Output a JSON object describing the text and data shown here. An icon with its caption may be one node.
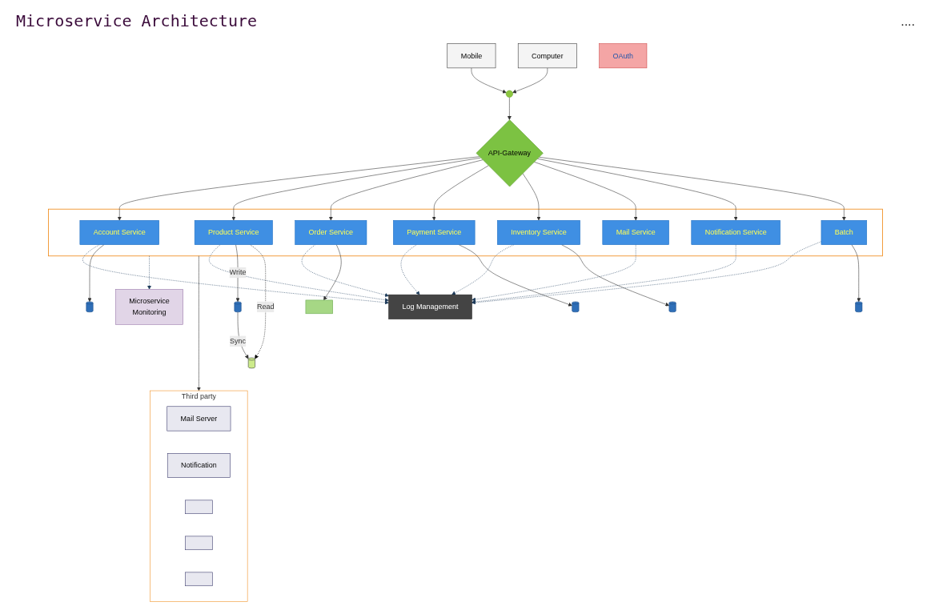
{
  "diagram": {
    "title": "Microservice Architecture",
    "nodes": [
      {
        "text": [
          "Mobile"
        ]
      },
      {
        "text": [
          "Computer"
        ]
      },
      {
        "text": [],
        "shape": "circle"
      },
      {
        "text": [
          "API-Gateway"
        ]
      },
      {
        "text": [
          "OAuth"
        ]
      },
      {
        "text": [
          "Log Management"
        ]
      },
      {
        "text": [
          "Microservice",
          "Monitoring"
        ]
      },
      {
        "text": [],
        "shape": "box"
      },
      {
        "text": [
          "Account Service"
        ],
        "in": 7
      },
      {
        "text": [
          "Product Service"
        ],
        "in": 7
      },
      {
        "text": [
          "Order Service"
        ],
        "in": 7
      },
      {
        "text": [
          "Payment Service"
        ],
        "in": 7
      },
      {
        "text": [
          "Inventory Service"
        ],
        "in": 7
      },
      {
        "text": [
          "Mail Service"
        ],
        "in": 7
      },
      {
        "text": [
          "Notification Service"
        ],
        "in": 7
      },
      {
        "text": [
          "Batch"
        ],
        "in": 7
      },
      {
        "text": [],
        "shape": "cylinder"
      },
      {
        "text": [],
        "shape": "cylinder"
      },
      {
        "text": [],
        "shape": "box"
      },
      {
        "text": [],
        "shape": "cylinder"
      },
      {
        "text": [],
        "shape": "cylinder"
      },
      {
        "text": [],
        "shape": "cylinder"
      },
      {
        "text": [],
        "shape": "cylinder"
      },
      {
        "text": [
          "Third party"
        ]
      },
      {
        "text": [
          "Mail Server"
        ],
        "in": 23
      },
      {
        "text": [
          "Notification"
        ],
        "in": 23
      },
      {
        "text": [],
        "shape": "box",
        "in": 23
      },
      {
        "text": [],
        "shape": "box",
        "in": 23
      },
      {
        "text": [],
        "shape": "box",
        "in": 23
      }
    ],
    "edges": [
      {
        "from": 0,
        "to": 2,
        "arrow": "to"
      },
      {
        "from": 1,
        "to": 2,
        "arrow": "to"
      },
      {
        "from": 2,
        "to": 3,
        "arrow": "to"
      },
      {
        "from": 3,
        "to": 8,
        "arrow": "to"
      },
      {
        "from": 3,
        "to": 9,
        "arrow": "to"
      },
      {
        "from": 3,
        "to": 10,
        "arrow": "to"
      },
      {
        "from": 3,
        "to": 11,
        "arrow": "to"
      },
      {
        "from": 3,
        "to": 12,
        "arrow": "to"
      },
      {
        "from": 3,
        "to": 13,
        "arrow": "to"
      },
      {
        "from": 3,
        "to": 14,
        "arrow": "to"
      },
      {
        "from": 3,
        "to": 15,
        "arrow": "to"
      },
      {
        "from": 8,
        "to": 5,
        "arrow": "to",
        "style": "dashed",
        "color": "#1f3d5c"
      },
      {
        "from": 9,
        "to": 5,
        "arrow": "to",
        "style": "dashed",
        "color": "#1f3d5c"
      },
      {
        "from": 10,
        "to": 5,
        "arrow": "to",
        "style": "dashed",
        "color": "#1f3d5c"
      },
      {
        "from": 11,
        "to": 5,
        "arrow": "to",
        "style": "dashed",
        "color": "#1f3d5c"
      },
      {
        "from": 12,
        "to": 5,
        "arrow": "to",
        "style": "dashed",
        "color": "#1f3d5c"
      },
      {
        "from": 13,
        "to": 5,
        "arrow": "to",
        "style": "dashed",
        "color": "#1f3d5c"
      },
      {
        "from": 14,
        "to": 5,
        "arrow": "to",
        "style": "dashed",
        "color": "#1f3d5c"
      },
      {
        "from": 15,
        "to": 5,
        "arrow": "to",
        "style": "dashed",
        "color": "#1f3d5c"
      },
      {
        "from": 7,
        "to": 6,
        "arrow": "to",
        "style": "dashed",
        "color": "#1f3d5c"
      },
      {
        "from": 7,
        "to": 23,
        "arrow": "to"
      },
      {
        "from": 8,
        "to": 16,
        "arrow": "to"
      },
      {
        "from": 9,
        "to": 17,
        "arrow": "to",
        "label": "Write"
      },
      {
        "from": 10,
        "to": 18,
        "arrow": "to"
      },
      {
        "from": 11,
        "to": 19,
        "arrow": "to"
      },
      {
        "from": 12,
        "to": 20,
        "arrow": "to"
      },
      {
        "from": 15,
        "to": 21,
        "arrow": "to"
      },
      {
        "from": 17,
        "to": 22,
        "arrow": "to",
        "label": "Sync"
      },
      {
        "from": 9,
        "to": 22,
        "arrow": "to",
        "label": "Read",
        "style": "dashed",
        "color": "#000000"
      }
    ],
    "labels": [
      "...."
    ]
  }
}
